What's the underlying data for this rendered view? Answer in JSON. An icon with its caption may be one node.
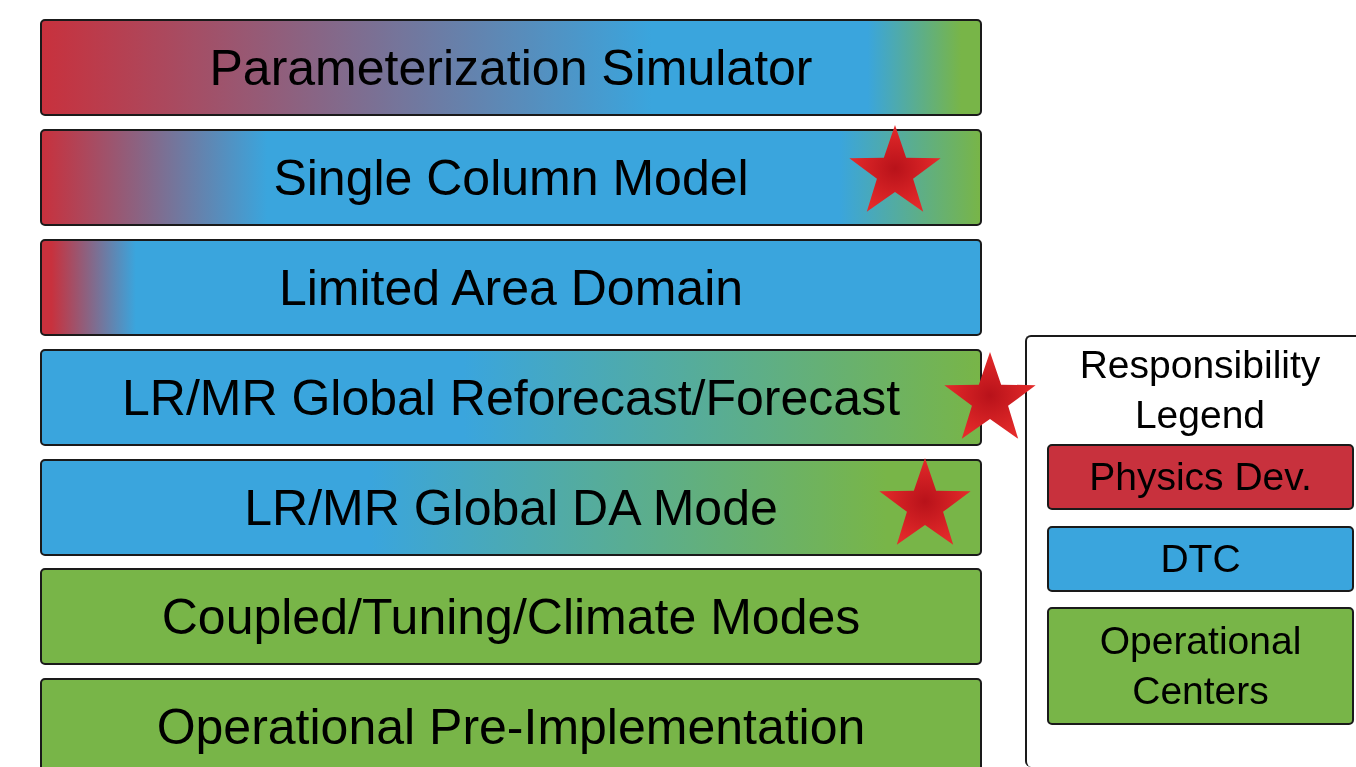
{
  "diagram": {
    "nodes": [
      {
        "text": [
          "Parameterization Simulator"
        ]
      },
      {
        "text": [
          "Single Column Model"
        ]
      },
      {
        "text": [
          "Limited Area Domain"
        ]
      },
      {
        "text": [
          "LR/MR Global Reforecast/Forecast"
        ]
      },
      {
        "text": [
          "LR/MR Global DA Mode"
        ]
      },
      {
        "text": [
          "Coupled/Tuning/Climate Modes"
        ]
      },
      {
        "text": [
          "Operational Pre-Implementation"
        ]
      }
    ],
    "labels": [
      "Responsibility Legend"
    ],
    "legend": [
      {
        "text": "Physics Dev.",
        "color": "#c8313d"
      },
      {
        "text": "DTC",
        "color": "#3aa5dd"
      },
      {
        "text": "Operational Centers",
        "color": "#78b548"
      }
    ]
  }
}
